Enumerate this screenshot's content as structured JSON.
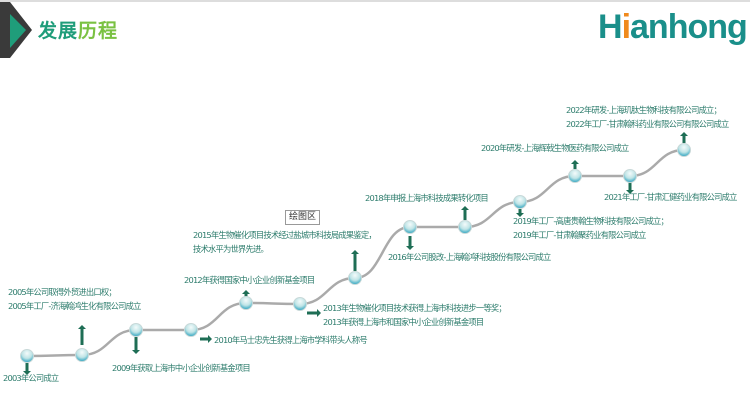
{
  "header": {
    "title_part1": "发展",
    "title_part2": "历程",
    "logo_prefix": "H",
    "logo_accent": "i",
    "logo_rest": "anhong"
  },
  "tooltip": "绘图区",
  "colors": {
    "text": "#2d7c6c",
    "arrow": "#1e6e55",
    "line": "#aaaaaa"
  },
  "milestones": [
    {
      "year": "2003",
      "lines": [
        "2003年公司成立"
      ]
    },
    {
      "year": "2005",
      "lines": [
        "2005年公司取得外贸进出口权；",
        "2005年工厂-济海翰鸿生化有限公司成立"
      ]
    },
    {
      "year": "2009",
      "lines": [
        "2009年获取上海市中小企业创新基金项目"
      ]
    },
    {
      "year": "2010",
      "lines": [
        "2010年马士忠先生获得上海市学科带头人称号"
      ]
    },
    {
      "year": "2012",
      "lines": [
        "2012年获得国家中小企业创新基金项目"
      ]
    },
    {
      "year": "2013",
      "lines": [
        "2013年生物催化项目技术获得上海市科技进步一等奖；",
        "2013年获得上海市和国家中小企业创新基金项目"
      ]
    },
    {
      "year": "2015",
      "lines": [
        "2015年生物催化项目技术经过盐城市科技局成果鉴定，",
        "技术水平为世界先进。"
      ]
    },
    {
      "year": "2016",
      "lines": [
        "2016年公司股改-上海翰鸿科技股份有限公司成立"
      ]
    },
    {
      "year": "2018",
      "lines": [
        "2018年申报上海市科技成果转化项目"
      ]
    },
    {
      "year": "2019",
      "lines": [
        "2019年工厂-高唐贵翰生物科技有限公司成立；",
        "2019年工厂-甘肃翰聚药业有限公司成立"
      ]
    },
    {
      "year": "2020",
      "lines": [
        "2020年研发-上海辉戟生物医药有限公司成立"
      ]
    },
    {
      "year": "2021",
      "lines": [
        "2021年工厂-甘肃汇健药业有限公司成立"
      ]
    },
    {
      "year": "2022",
      "lines": [
        "2022年研发-上海玑肽生物科技有限公司成立；",
        "2022年工厂-甘肃翰科药业有限公司有限公司成立"
      ]
    }
  ]
}
